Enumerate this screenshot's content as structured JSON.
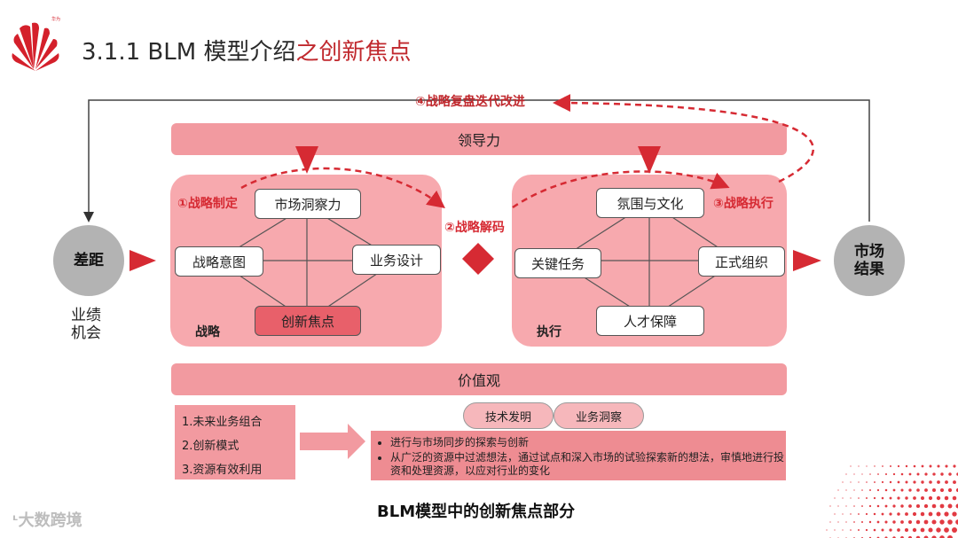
{
  "title": {
    "main": "3.1.1 BLM 模型介绍",
    "accent": "之创新焦点"
  },
  "logo_text": "华为",
  "iterate_label": "④战略复盘迭代改进",
  "leadership": "领导力",
  "values": "价值观",
  "gap": "差距",
  "performance_opportunity": [
    "业绩",
    "机会"
  ],
  "market_result": [
    "市场",
    "结果"
  ],
  "strategy": {
    "step_label": "①战略制定",
    "panel_label": "战略",
    "nodes": {
      "insight": "市场洞察力",
      "intent": "战略意图",
      "business_design": "业务设计",
      "innovation": "创新焦点"
    }
  },
  "decode_label": "②战略解码",
  "execution": {
    "step_label": "③战略执行",
    "panel_label": "执行",
    "nodes": {
      "culture": "氛围与文化",
      "key_tasks": "关键任务",
      "formal_org": "正式组织",
      "talent": "人才保障"
    }
  },
  "innovation_items": [
    "1.未来业务组合",
    "2.创新模式",
    "3.资源有效利用"
  ],
  "pills": [
    "技术发明",
    "业务洞察"
  ],
  "bullets": [
    "进行与市场同步的探索与创新",
    "从广泛的资源中过滤想法，通过试点和深入市场的试验探索新的想法，审慎地进行投资和处理资源，以应对行业的变化"
  ],
  "caption": "BLM模型中的创新焦点部分",
  "watermark": "大数跨境",
  "colors": {
    "accent": "#c0282d",
    "panel": "#f7a9ae",
    "bar": "#f29aa0",
    "gray": "#b3b3b3"
  }
}
